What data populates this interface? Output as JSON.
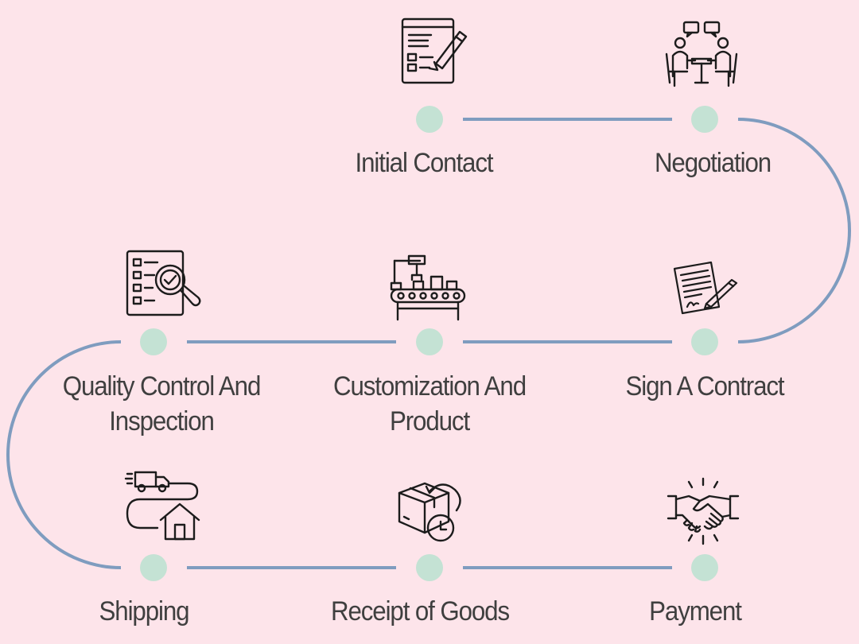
{
  "colors": {
    "background": "#fde4ea",
    "connector": "#7f9cbf",
    "node": "#c4e2d4",
    "text": "#3f3f3f",
    "icon": "#1c1c1c"
  },
  "steps": [
    {
      "label": "Initial Contact",
      "icon": "form-edit-icon"
    },
    {
      "label": "Negotiation",
      "icon": "meeting-table-icon"
    },
    {
      "label": "Sign A Contract",
      "icon": "contract-signature-icon"
    },
    {
      "label": "Customization And Product",
      "icon": "factory-robot-arm-icon"
    },
    {
      "label": "Quality Control And Inspection",
      "icon": "checklist-magnifier-icon"
    },
    {
      "label": "Shipping",
      "icon": "delivery-truck-route-icon"
    },
    {
      "label": "Receipt of Goods",
      "icon": "package-clock-icon"
    },
    {
      "label": "Payment",
      "icon": "handshake-icon"
    }
  ]
}
